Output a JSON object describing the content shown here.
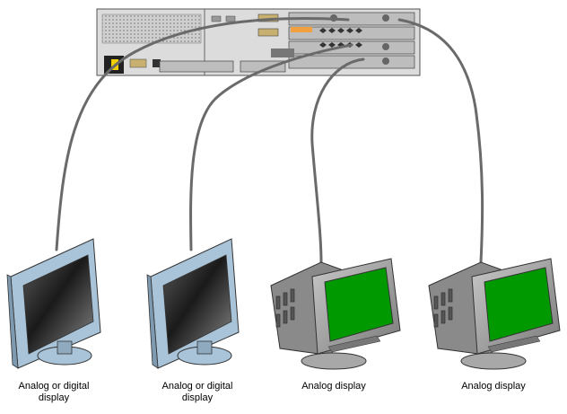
{
  "displays": [
    {
      "type": "lcd",
      "label_line1": "Analog or digital",
      "label_line2": "display"
    },
    {
      "type": "lcd",
      "label_line1": "Analog or digital",
      "label_line2": "display"
    },
    {
      "type": "crt",
      "label_line1": "Analog display",
      "label_line2": ""
    },
    {
      "type": "crt",
      "label_line1": "Analog display",
      "label_line2": ""
    }
  ],
  "colors": {
    "lcd_bezel": "#a9c4d8",
    "lcd_screen_dark": "#1a1a1a",
    "crt_body": "#9a9a9a",
    "crt_screen": "#009a00",
    "cable": "#777777",
    "chassis": "#d8d8d8",
    "accent_orange": "#f0a040",
    "power_yellow": "#f0d000"
  }
}
